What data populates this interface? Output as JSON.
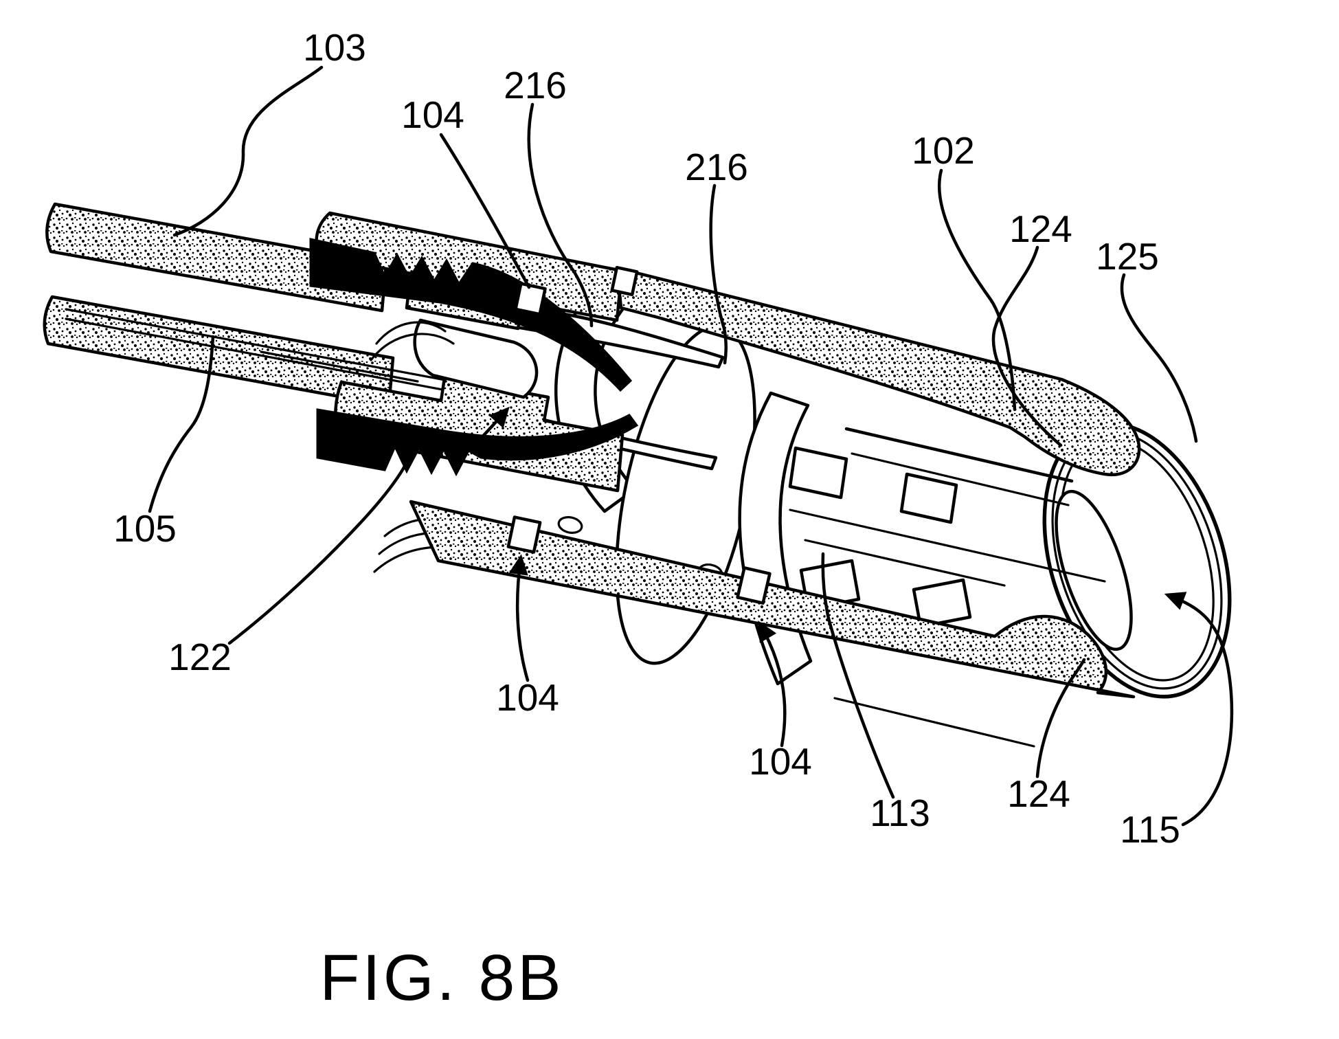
{
  "figure": {
    "caption": "FIG. 8B",
    "ink_color": "#000000",
    "paper_color": "#ffffff",
    "reference_labels": [
      {
        "id": "103",
        "text": "103"
      },
      {
        "id": "104-top",
        "text": "104"
      },
      {
        "id": "216-left",
        "text": "216"
      },
      {
        "id": "216-right",
        "text": "216"
      },
      {
        "id": "102",
        "text": "102"
      },
      {
        "id": "124-top",
        "text": "124"
      },
      {
        "id": "125",
        "text": "125"
      },
      {
        "id": "105",
        "text": "105"
      },
      {
        "id": "122",
        "text": "122"
      },
      {
        "id": "104-bottom-left",
        "text": "104"
      },
      {
        "id": "104-bottom-middle",
        "text": "104"
      },
      {
        "id": "113",
        "text": "113"
      },
      {
        "id": "124-bottom",
        "text": "124"
      },
      {
        "id": "115",
        "text": "115"
      }
    ]
  }
}
